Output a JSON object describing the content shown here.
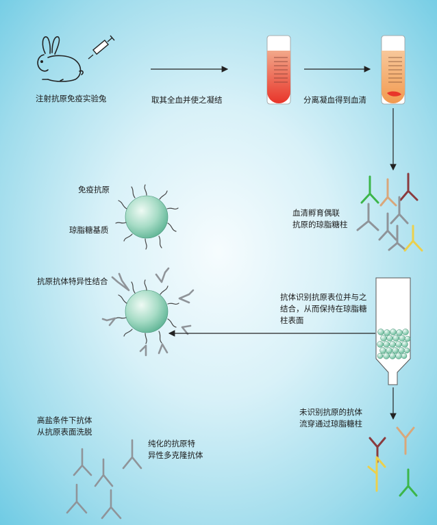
{
  "steps": {
    "immunize": "注射抗原免疫实验兔",
    "coagulate": "取其全血并使之凝结",
    "separate_serum": "分离凝血得到血清",
    "incubate_1": "血清孵育偶联",
    "incubate_2": "抗原的琼脂糖柱",
    "antigen": "免疫抗原",
    "agarose": "琼脂糖基质",
    "bind_label": "抗原抗体特异性结合",
    "recognize_1": "抗体识别抗原表位并与之",
    "recognize_2": "结合，从而保持在琼脂糖",
    "recognize_3": "柱表面",
    "flowthrough_1": "未识别抗原的抗体",
    "flowthrough_2": "流穿通过琼脂糖柱",
    "elute_1": "高盐条件下抗体",
    "elute_2": "从抗原表面洗脱",
    "purified_1": "纯化的抗原特",
    "purified_2": "异性多克隆抗体"
  },
  "colors": {
    "antibody_gray": "#8f9499",
    "antibody_green": "#3cb64a",
    "antibody_tan": "#d9a77a",
    "antibody_maroon": "#8a3b3e",
    "antibody_yellow": "#ecd04c",
    "blood_red": "#e8352a",
    "serum_orange": "#f5a35a",
    "bead_green": "#86cdb0"
  },
  "icons": {
    "animal": "rabbit-icon",
    "syringe": "syringe-icon",
    "tube": "blood-tube-icon",
    "column": "agarose-column-icon",
    "bead": "agarose-bead-icon",
    "antibody": "antibody-icon"
  }
}
